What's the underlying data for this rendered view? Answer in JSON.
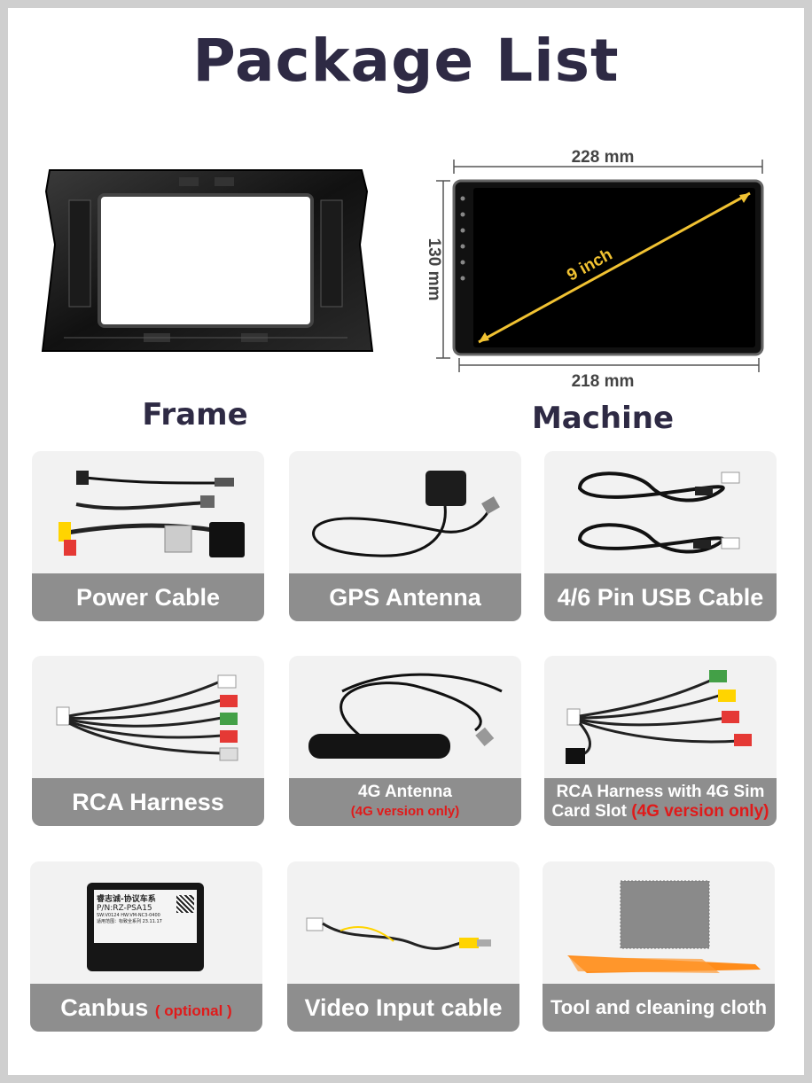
{
  "title": "Package List",
  "frame": {
    "label": "Frame"
  },
  "machine": {
    "label": "Machine",
    "width_top": "228 mm",
    "height": "130 mm",
    "width_bottom": "218 mm",
    "diagonal": "9 inch"
  },
  "items": [
    {
      "label": "Power Cable"
    },
    {
      "label": "GPS Antenna"
    },
    {
      "label": "4/6 Pin USB Cable"
    },
    {
      "label": "RCA Harness"
    },
    {
      "label": "4G Antenna",
      "note": "(4G version only)"
    },
    {
      "label_line1": "RCA Harness with 4G Sim",
      "label_line2": "Card Slot",
      "note": "(4G version only)"
    },
    {
      "label": "Canbus",
      "note": "( optional )"
    },
    {
      "label": "Video Input cable"
    },
    {
      "label": "Tool and cleaning cloth"
    }
  ],
  "canbus_box": {
    "line1": "睿志诚-协议车系",
    "line2": "P/N:RZ-PSA15",
    "line3": "SW:V0124  HW:VM-NC3-0400",
    "line4": "适用范围：标致全系列  23.11.17"
  },
  "colors": {
    "title": "#2e2a44",
    "bar": "#8e8e8e",
    "card_bg": "#f2f2f2",
    "accent_red": "#e01a1a",
    "diagonal": "#f1c232",
    "tool_orange": "#ff8c1a"
  }
}
